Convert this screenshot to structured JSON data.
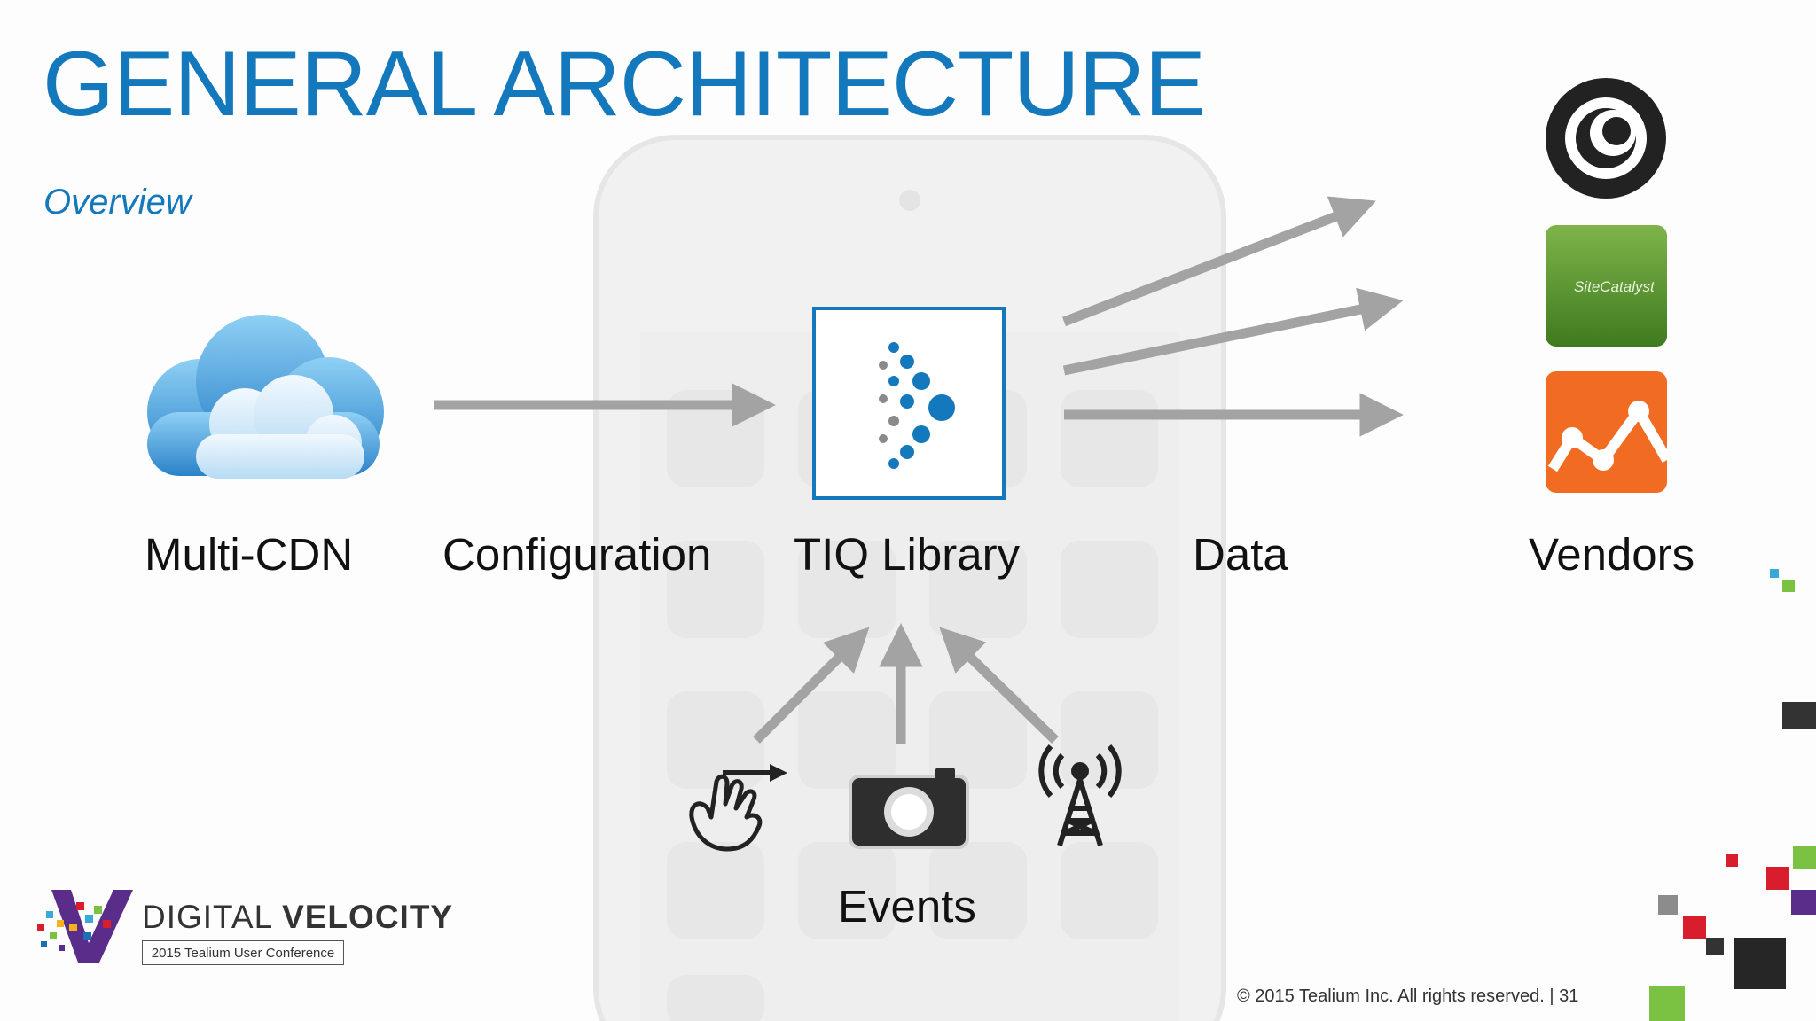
{
  "slide": {
    "title": "GENERAL ARCHITECTURE",
    "subtitle": "Overview",
    "footer": "© 2015 Tealium Inc. All rights reserved.  |  31"
  },
  "diagram": {
    "nodes": {
      "multi_cdn": "Multi-CDN",
      "tiq_library": "TIQ Library",
      "vendors": "Vendors",
      "events": "Events"
    },
    "edges": {
      "configuration": "Configuration",
      "data": "Data"
    },
    "vendor_logos": {
      "sitecatalyst_text": "SiteCatalyst"
    }
  },
  "conference": {
    "name_light": "DIGITAL ",
    "name_bold": "VELOCITY",
    "badge": "2015 Tealium User Conference"
  },
  "colors": {
    "accent": "#1478bd",
    "arrow": "#a3a3a3",
    "label": "#111111"
  }
}
